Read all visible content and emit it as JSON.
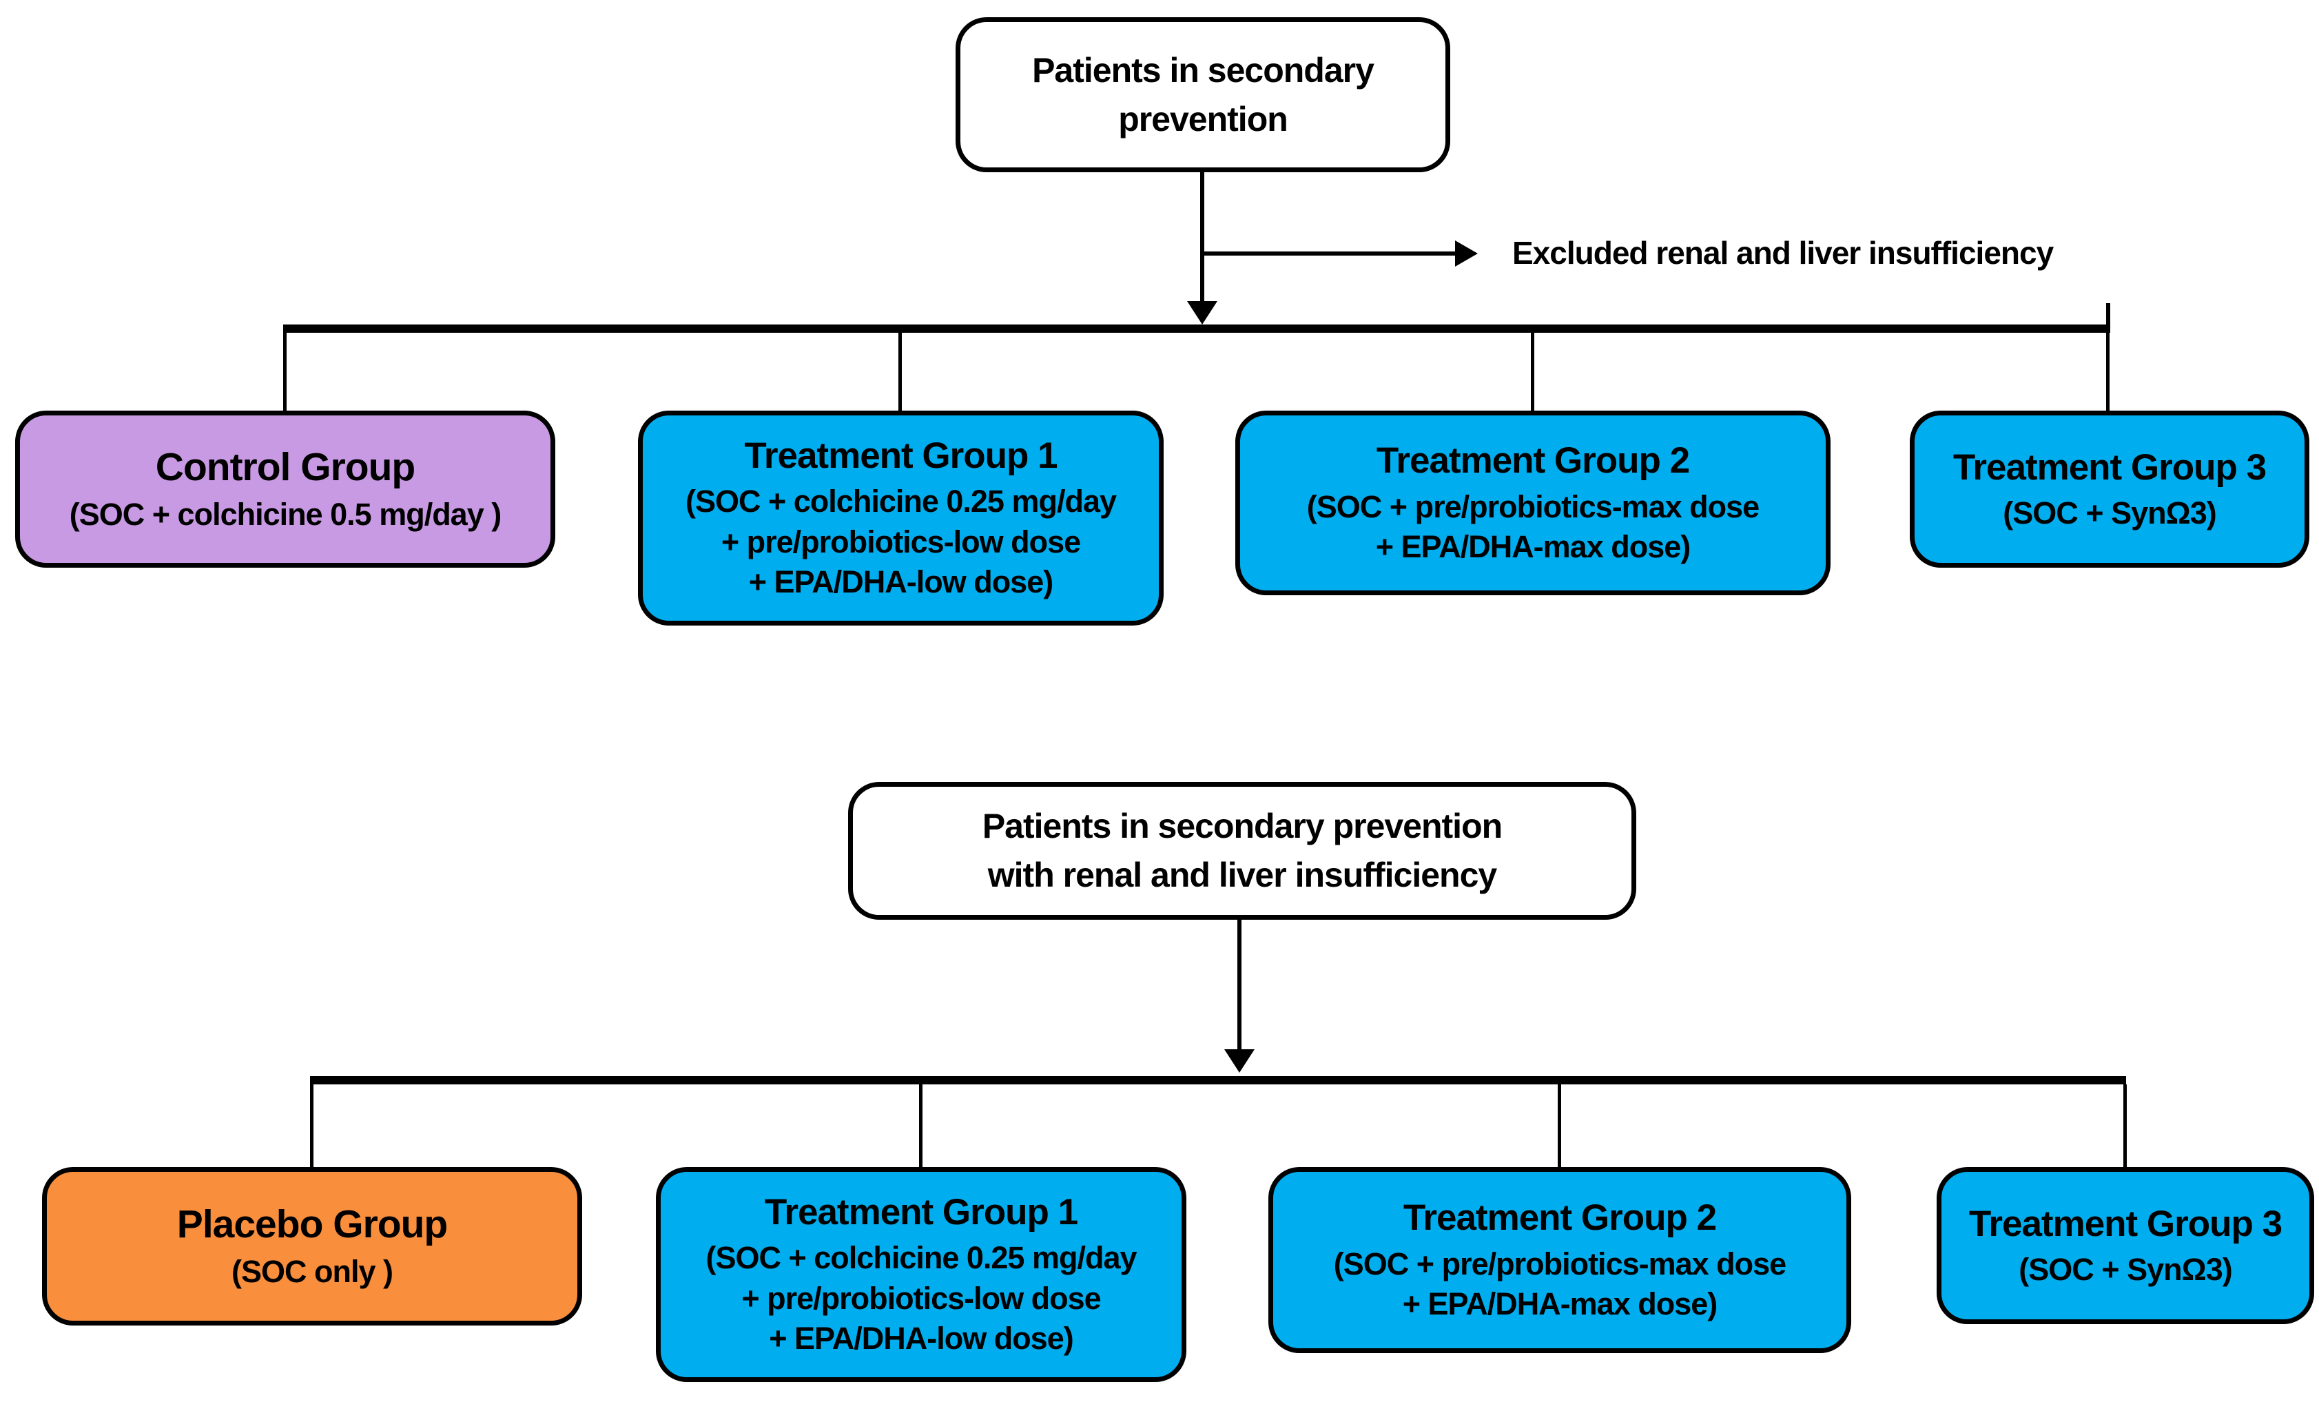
{
  "colors": {
    "root_box": "#ffffff",
    "control_box": "#c89ae3",
    "treatment_box": "#00aeef",
    "placebo_box": "#f98e3d",
    "line": "#000000",
    "text": "#000000"
  },
  "section_top": {
    "root_lines": [
      "Patients in secondary",
      "prevention"
    ],
    "excluded_note": "Excluded renal and liver insufficiency",
    "groups": [
      {
        "title": "Control Group",
        "detail": [
          "(SOC + colchicine 0.5 mg/day )"
        ]
      },
      {
        "title": "Treatment Group 1",
        "detail": [
          "(SOC + colchicine 0.25 mg/day",
          "+ pre/probiotics-low dose",
          "+ EPA/DHA-low dose)"
        ]
      },
      {
        "title": "Treatment Group 2",
        "detail": [
          "(SOC + pre/probiotics-max dose",
          "+ EPA/DHA-max dose)"
        ]
      },
      {
        "title": "Treatment Group 3",
        "detail": [
          "(SOC + SynΩ3)"
        ]
      }
    ]
  },
  "section_bottom": {
    "root_lines": [
      "Patients in secondary prevention",
      "with renal and liver insufficiency"
    ],
    "groups": [
      {
        "title": "Placebo Group",
        "detail": [
          "(SOC only )"
        ]
      },
      {
        "title": "Treatment Group 1",
        "detail": [
          "(SOC + colchicine 0.25 mg/day",
          "+ pre/probiotics-low dose",
          "+ EPA/DHA-low dose)"
        ]
      },
      {
        "title": "Treatment Group 2",
        "detail": [
          "(SOC + pre/probiotics-max dose",
          "+ EPA/DHA-max dose)"
        ]
      },
      {
        "title": "Treatment Group 3",
        "detail": [
          "(SOC + SynΩ3)"
        ]
      }
    ]
  }
}
